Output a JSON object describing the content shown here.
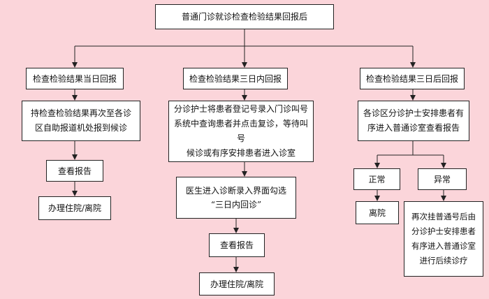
{
  "root": "普通门诊就诊检查检验结果回报后",
  "branches": {
    "same_day": {
      "title": "检查检验结果当日回报",
      "step1": "持检查检验结果再次至各诊\n区自助报道机处报到候诊",
      "step2": "查看报告",
      "step3": "办理住院/离院"
    },
    "within_three_days": {
      "title": "检查检验结果三日内回报",
      "step1": "分诊护士将患者登记号录入门诊叫号\n系统中查询患者并点击复诊，等待叫号\n候诊或有序安排患者进入诊室",
      "step2": "医生进入诊断录入界面勾选\n“三日内回诊”",
      "step3": "查看报告",
      "step4": "办理住院/离院"
    },
    "after_three_days": {
      "title": "检查检验结果三日后回报",
      "step1": "各诊区分诊护士安排患者有\n序进入普通诊室查看报告",
      "normal": "正常",
      "normal_result": "离院",
      "abnormal": "异常",
      "abnormal_result": "再次挂普通号后由\n分诊护士安排患者\n有序进入普通诊室\n进行后续诊疗"
    }
  }
}
